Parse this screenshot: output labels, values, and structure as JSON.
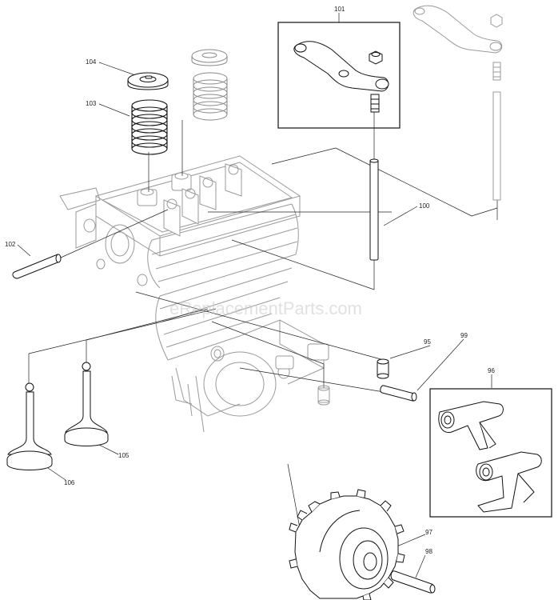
{
  "watermark": "eReplacementParts.com",
  "callouts": {
    "c95": "95",
    "c96": "96",
    "c97": "97",
    "c98": "98",
    "c99": "99",
    "c100": "100",
    "c101": "101",
    "c102": "102",
    "c103": "103",
    "c104": "104",
    "c105": "105",
    "c106": "106"
  }
}
